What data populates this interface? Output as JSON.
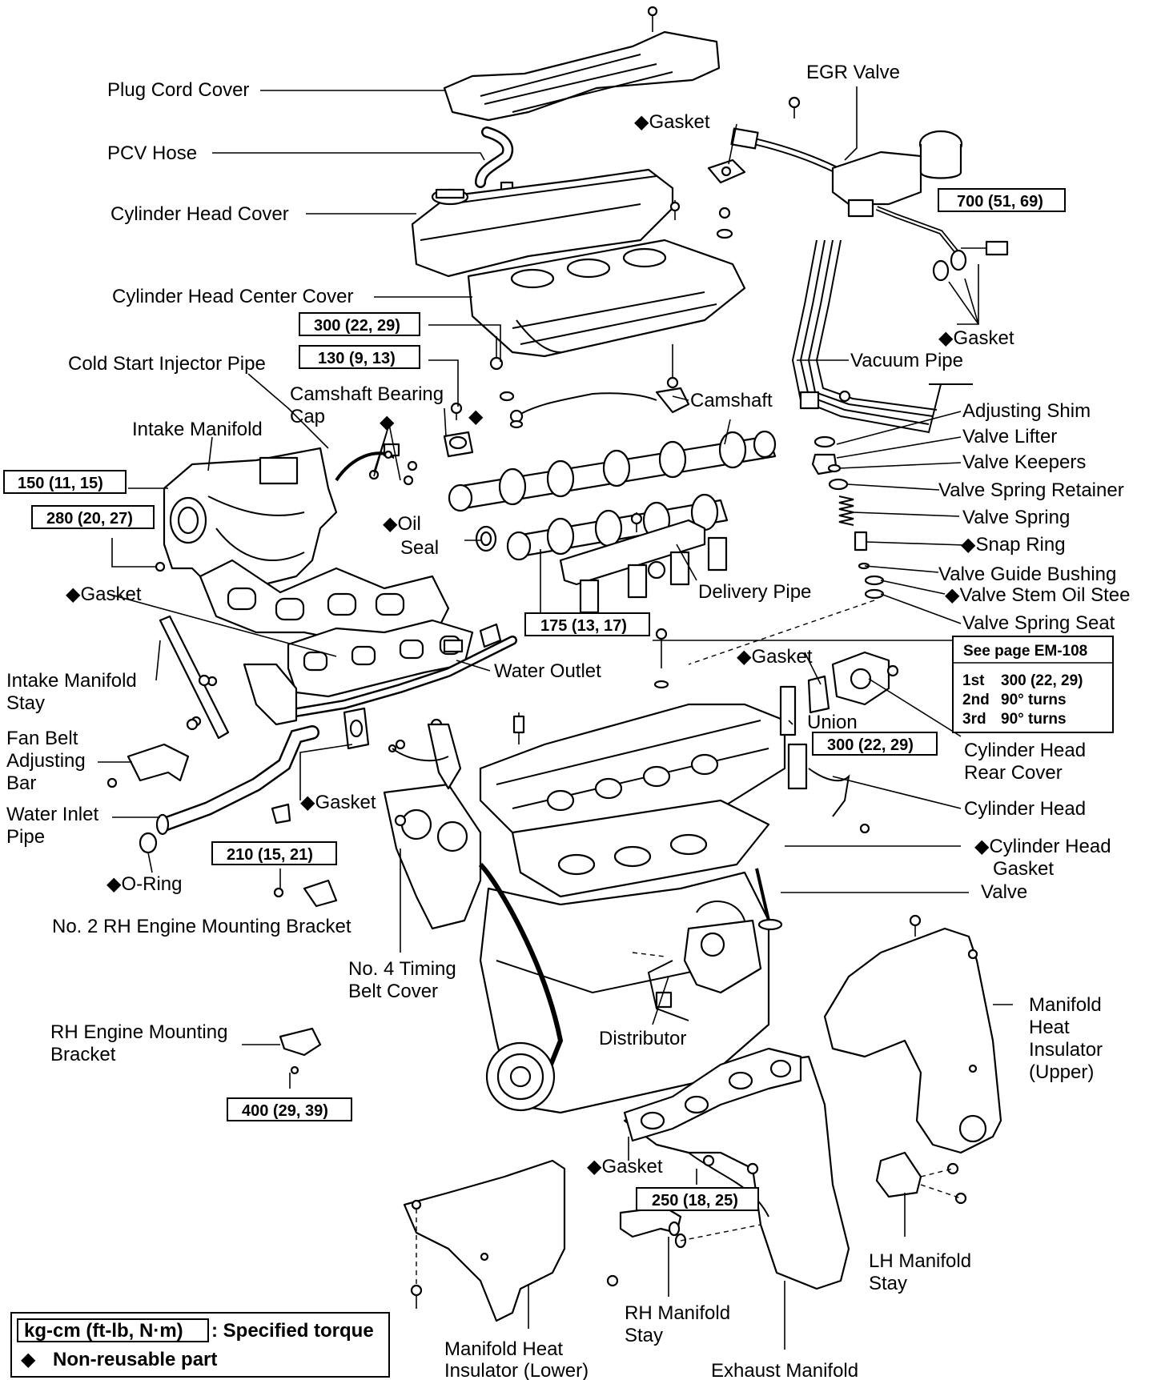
{
  "diamond": "◆",
  "labels": {
    "plug_cord_cover": "Plug Cord Cover",
    "pcv_hose": "PCV Hose",
    "cylinder_head_cover": "Cylinder Head Cover",
    "cylinder_head_center_cover": "Cylinder Head Center Cover",
    "egr_valve": "EGR Valve",
    "gasket": "Gasket",
    "vacuum_pipe": "Vacuum Pipe",
    "cold_start_injector_pipe": "Cold Start Injector Pipe",
    "camshaft_bearing_cap_1": "Camshaft Bearing",
    "camshaft_bearing_cap_2": "Cap",
    "camshaft": "Camshaft",
    "intake_manifold": "Intake Manifold",
    "oil_seal_1": "Oil",
    "oil_seal_2": "Seal",
    "adjusting_shim": "Adjusting Shim",
    "valve_lifter": "Valve Lifter",
    "valve_keepers": "Valve Keepers",
    "valve_spring_retainer": "Valve Spring Retainer",
    "valve_spring": "Valve Spring",
    "snap_ring": "Snap Ring",
    "valve_guide_bushing": "Valve Guide Bushing",
    "valve_stem_oil_seal": "Valve Stem Oil Stee",
    "valve_spring_seat": "Valve Spring Seat",
    "delivery_pipe": "Delivery Pipe",
    "water_outlet": "Water Outlet",
    "intake_manifold_stay_1": "Intake Manifold",
    "intake_manifold_stay_2": "Stay",
    "union": "Union",
    "cylinder_head_rear_cover_1": "Cylinder Head",
    "cylinder_head_rear_cover_2": "Rear Cover",
    "fan_belt_adjusting_bar_1": "Fan Belt",
    "fan_belt_adjusting_bar_2": "Adjusting",
    "fan_belt_adjusting_bar_3": "Bar",
    "water_inlet_pipe_1": "Water Inlet",
    "water_inlet_pipe_2": "Pipe",
    "cylinder_head": "Cylinder Head",
    "cylinder_head_gasket_1": "Cylinder Head",
    "cylinder_head_gasket_2": "Gasket",
    "o_ring": "O-Ring",
    "valve": "Valve",
    "no2_rh_engine_mounting_bracket": "No. 2 RH Engine Mounting Bracket",
    "no4_timing_belt_cover_1": "No. 4 Timing",
    "no4_timing_belt_cover_2": "Belt Cover",
    "rh_engine_mounting_bracket_1": "RH Engine Mounting",
    "rh_engine_mounting_bracket_2": "Bracket",
    "distributor": "Distributor",
    "manifold_heat_insulator_upper_1": "Manifold",
    "manifold_heat_insulator_upper_2": "Heat",
    "manifold_heat_insulator_upper_3": "Insulator",
    "manifold_heat_insulator_upper_4": "(Upper)",
    "lh_manifold_stay_1": "LH Manifold",
    "lh_manifold_stay_2": "Stay",
    "rh_manifold_stay_1": "RH Manifold",
    "rh_manifold_stay_2": "Stay",
    "manifold_heat_insulator_lower_1": "Manifold Heat",
    "manifold_heat_insulator_lower_2": "Insulator (Lower)",
    "exhaust_manifold": "Exhaust Manifold"
  },
  "torques": {
    "t700": "700 (51, 69)",
    "t300_head_cover": "300 (22, 29)",
    "t130": "130 (9, 13)",
    "t150": "150 (11, 15)",
    "t280": "280 (20, 27)",
    "t175": "175 (13, 17)",
    "t300_union": "300 (22, 29)",
    "t210": "210 (15, 21)",
    "t400": "400 (29, 39)",
    "t250": "250 (18, 25)"
  },
  "head_bolt_spec": {
    "ref": "See page EM-108",
    "steps": [
      {
        "step": "1st",
        "value": "300 (22, 29)"
      },
      {
        "step": "2nd",
        "value": "90° turns"
      },
      {
        "step": "3rd",
        "value": "90° turns"
      }
    ]
  },
  "legend": {
    "torque_unit": "kg-cm (ft-lb, N·m)",
    "torque_desc": ": Specified torque",
    "nonreusable_desc": "Non-reusable part"
  }
}
